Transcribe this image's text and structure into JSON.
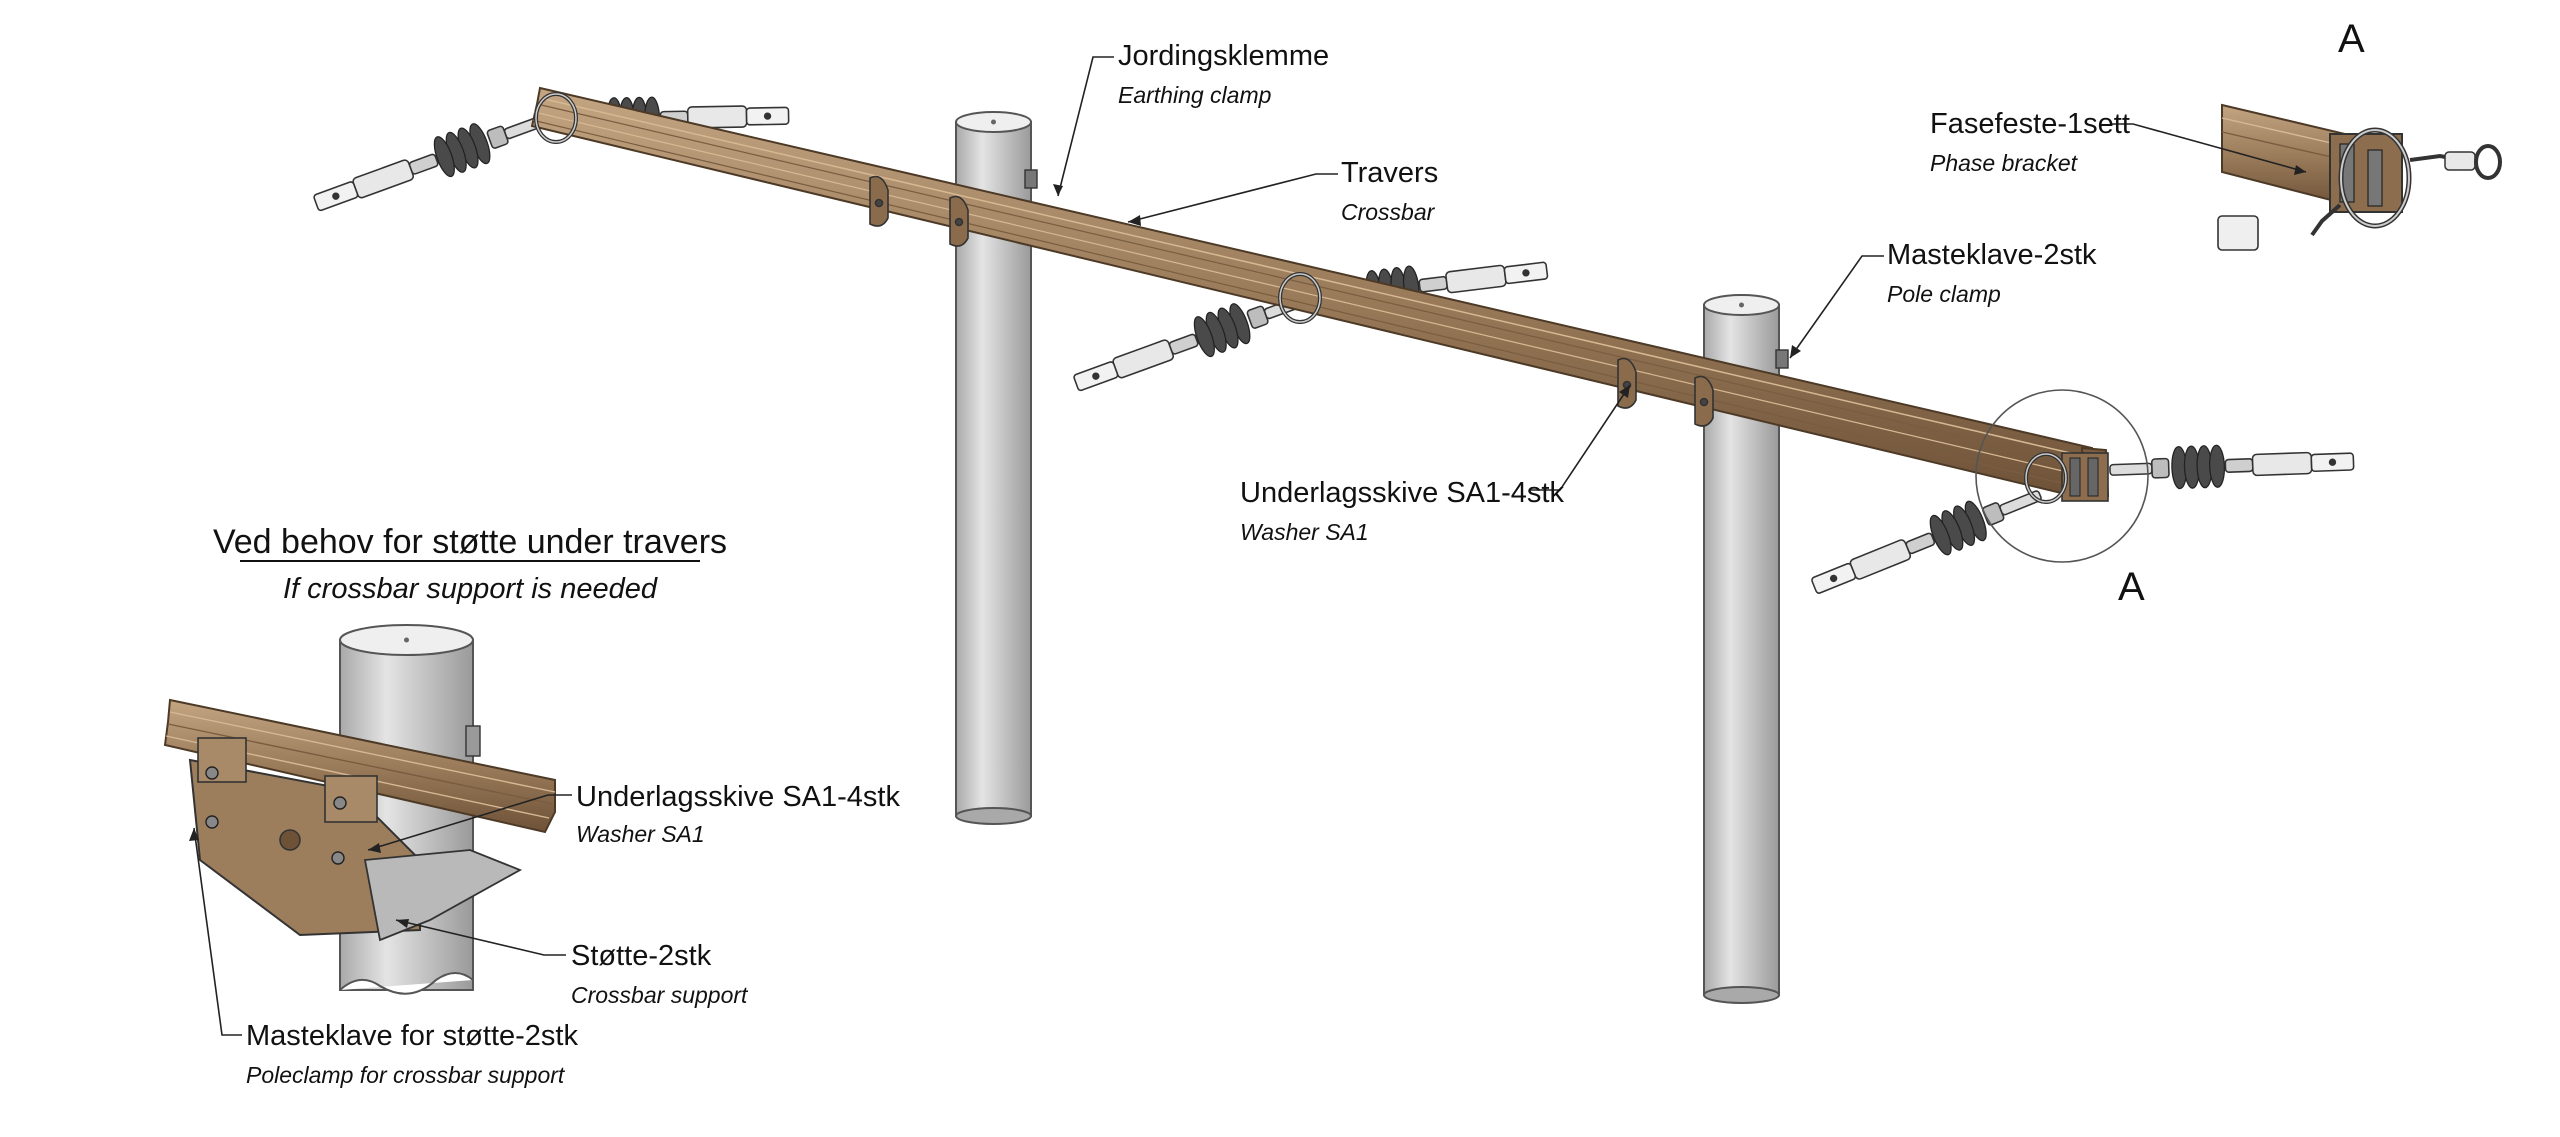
{
  "labels": {
    "earthing_clamp": {
      "main": "Jordingsklemme",
      "sub": "Earthing clamp"
    },
    "crossbar": {
      "main": "Travers",
      "sub": "Crossbar"
    },
    "pole_clamp": {
      "main": "Masteklave-2stk",
      "sub": "Pole clamp"
    },
    "washer": {
      "main": "Underlagsskive SA1-4stk",
      "sub": "Washer SA1"
    },
    "phase_bracket": {
      "main": "Fasefeste-1sett",
      "sub": "Phase bracket"
    }
  },
  "detail_marker": "A",
  "support_inset": {
    "heading": "Ved behov for støtte under travers",
    "subheading": "If crossbar support is needed",
    "washer": {
      "main": "Underlagsskive SA1-4stk",
      "sub": "Washer SA1"
    },
    "support": {
      "main": "Støtte-2stk",
      "sub": "Crossbar support"
    },
    "pole_clamp": {
      "main": "Masteklave for støtte-2stk",
      "sub": "Poleclamp for crossbar support"
    }
  },
  "colors": {
    "wood": "#9a7b5a",
    "wood_light": "#c4a582",
    "wood_dark": "#6e5238",
    "pole": "#c9c9c9",
    "insulator": "#4a4a4a"
  }
}
